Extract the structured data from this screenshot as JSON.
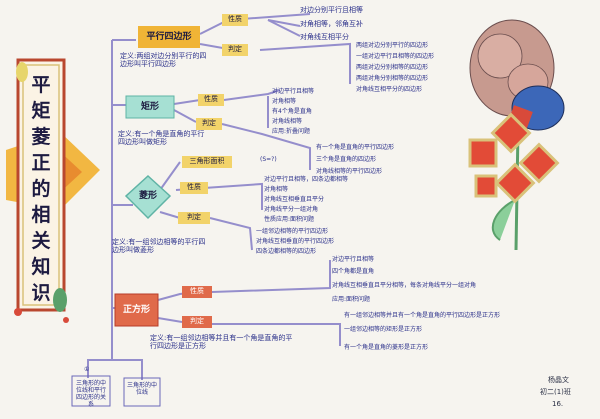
{
  "title_chars": [
    "平",
    "矩",
    "菱",
    "正",
    "的",
    "相",
    "关",
    "知",
    "识"
  ],
  "sections": {
    "parallelogram": {
      "name": "平行四边形",
      "property_tag": "性质",
      "judge_tag": "判定",
      "definition": "定义:两组对边分别平行的四边形叫平行四边形",
      "properties": [
        "对边分别平行且相等",
        "对角相等，邻角互补",
        "对角线互相平分"
      ],
      "judgements": [
        "两组对边分别平行的四边形",
        "一组对边平行且相等的四边形",
        "两组对边分别相等的四边形",
        "两组对角分别相等的四边形",
        "对角线互相平分的四边形"
      ]
    },
    "rectangle": {
      "name": "矩形",
      "property_tag": "性质",
      "judge_tag": "判定",
      "definition": "定义:有一个角是直角的平行四边形叫做矩形",
      "properties": [
        "对边平行且相等",
        "对角相等",
        "有4个角是直角",
        "对角线相等",
        "应用:折叠问题"
      ],
      "judgements": [
        "有一个角是直角的平行四边形",
        "三个角是直角的四边形",
        "对角线相等的平行四边形"
      ]
    },
    "rhombus": {
      "name": "菱形",
      "area_tag": "三角形面积",
      "area_note": "(S=?)",
      "property_tag": "性质",
      "judge_tag": "判定",
      "definition": "定义:有一组邻边相等的平行四边形叫做菱形",
      "properties": [
        "对边平行且相等，四条边都相等",
        "对角相等",
        "对角线互相垂直且平分",
        "对角线平分一组对角",
        "性质应用:面积问题"
      ],
      "judgements": [
        "一组邻边相等的平行四边形",
        "对角线互相垂直的平行四边形",
        "四条边都相等的四边形"
      ]
    },
    "square": {
      "name": "正方形",
      "property_tag": "性质",
      "judge_tag": "判定",
      "definition": "定义:有一组邻边相等并且有一个角是直角的平行四边形是正方形",
      "properties": [
        "对边平行且相等",
        "四个角都是直角",
        "对角线互相垂直且平分相等，每条对角线平分一组对角",
        "应用:面积问题"
      ],
      "judgements": [
        "有一组邻边相等并且有一个角是直角的平行四边形是正方形",
        "一组邻边相等的矩形是正方形",
        "有一个角是直角的菱形是正方形"
      ]
    }
  },
  "bottom_boxes": [
    "三角形的中位线和平行四边形的关系",
    "三角形的中位线"
  ],
  "bottom_number": "①",
  "signature": [
    "杨晶文",
    "初二(1)班",
    "16."
  ],
  "colors": {
    "line": "#8b84c9",
    "parallelogram_fill": "#f0b436",
    "rectangle_fill": "#a6e0d3",
    "rhombus_fill": "#a6e0d3",
    "square_fill": "#e06a4a",
    "tag_fill": "#f2d36a",
    "ink": "#2a2f8a"
  }
}
